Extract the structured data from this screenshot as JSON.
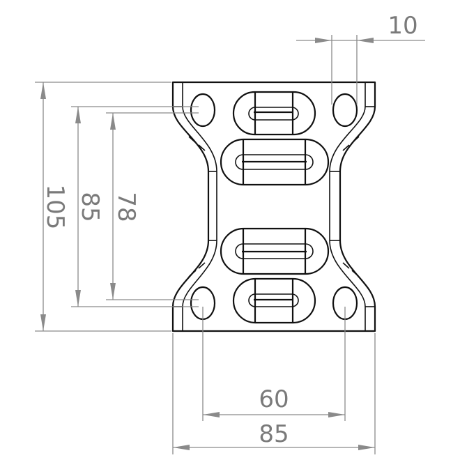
{
  "drawing": {
    "title": "Bracket plate top view",
    "dimensions": {
      "hole_width": "10",
      "overall_height": "105",
      "hole_vertical_outer": "85",
      "hole_vertical_center": "78",
      "hole_horizontal_spacing": "60",
      "overall_width": "85"
    },
    "colors": {
      "outline": "#111111",
      "dimension": "#8a8a8a",
      "text": "#7a7a7a"
    }
  }
}
